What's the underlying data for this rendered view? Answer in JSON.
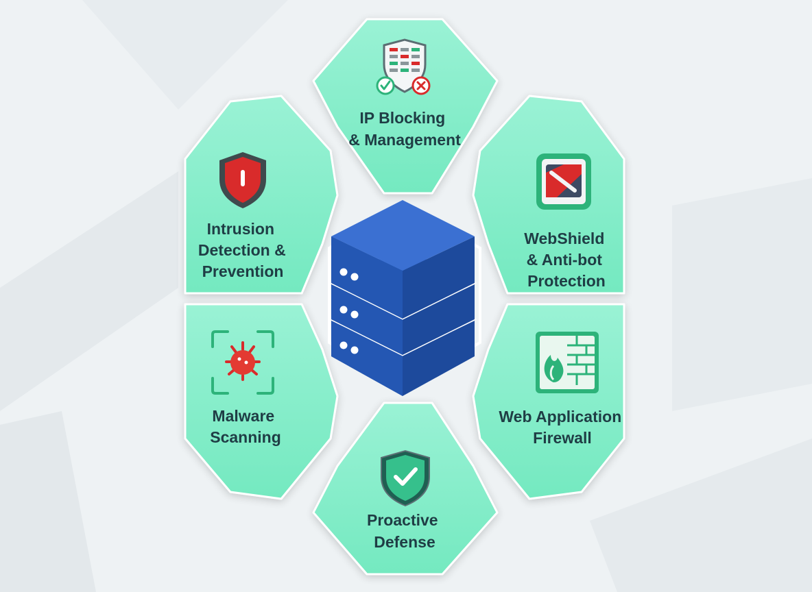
{
  "diagram": {
    "center": {
      "icon": "server-stack-icon"
    },
    "segments": [
      {
        "id": "ip",
        "label_lines": [
          "IP Blocking",
          "& Management"
        ],
        "icon": "ip-shield-icon"
      },
      {
        "id": "webshield",
        "label_lines": [
          "WebShield",
          "& Anti-bot",
          "Protection"
        ],
        "icon": "anti-bot-icon"
      },
      {
        "id": "waf",
        "label_lines": [
          "Web Application",
          "Firewall"
        ],
        "icon": "firewall-icon"
      },
      {
        "id": "proactive",
        "label_lines": [
          "Proactive",
          "Defense"
        ],
        "icon": "check-shield-icon"
      },
      {
        "id": "malware",
        "label_lines": [
          "Malware",
          "Scanning"
        ],
        "icon": "bug-scan-icon"
      },
      {
        "id": "intrusion",
        "label_lines": [
          "Intrusion",
          "Detection &",
          "Prevention"
        ],
        "icon": "alert-shield-icon"
      }
    ],
    "colors": {
      "segment_fill": "#8ff0cf",
      "server_blue": "#1f4fa8",
      "alert_red": "#d92b2b",
      "check_green": "#2db37a"
    }
  }
}
